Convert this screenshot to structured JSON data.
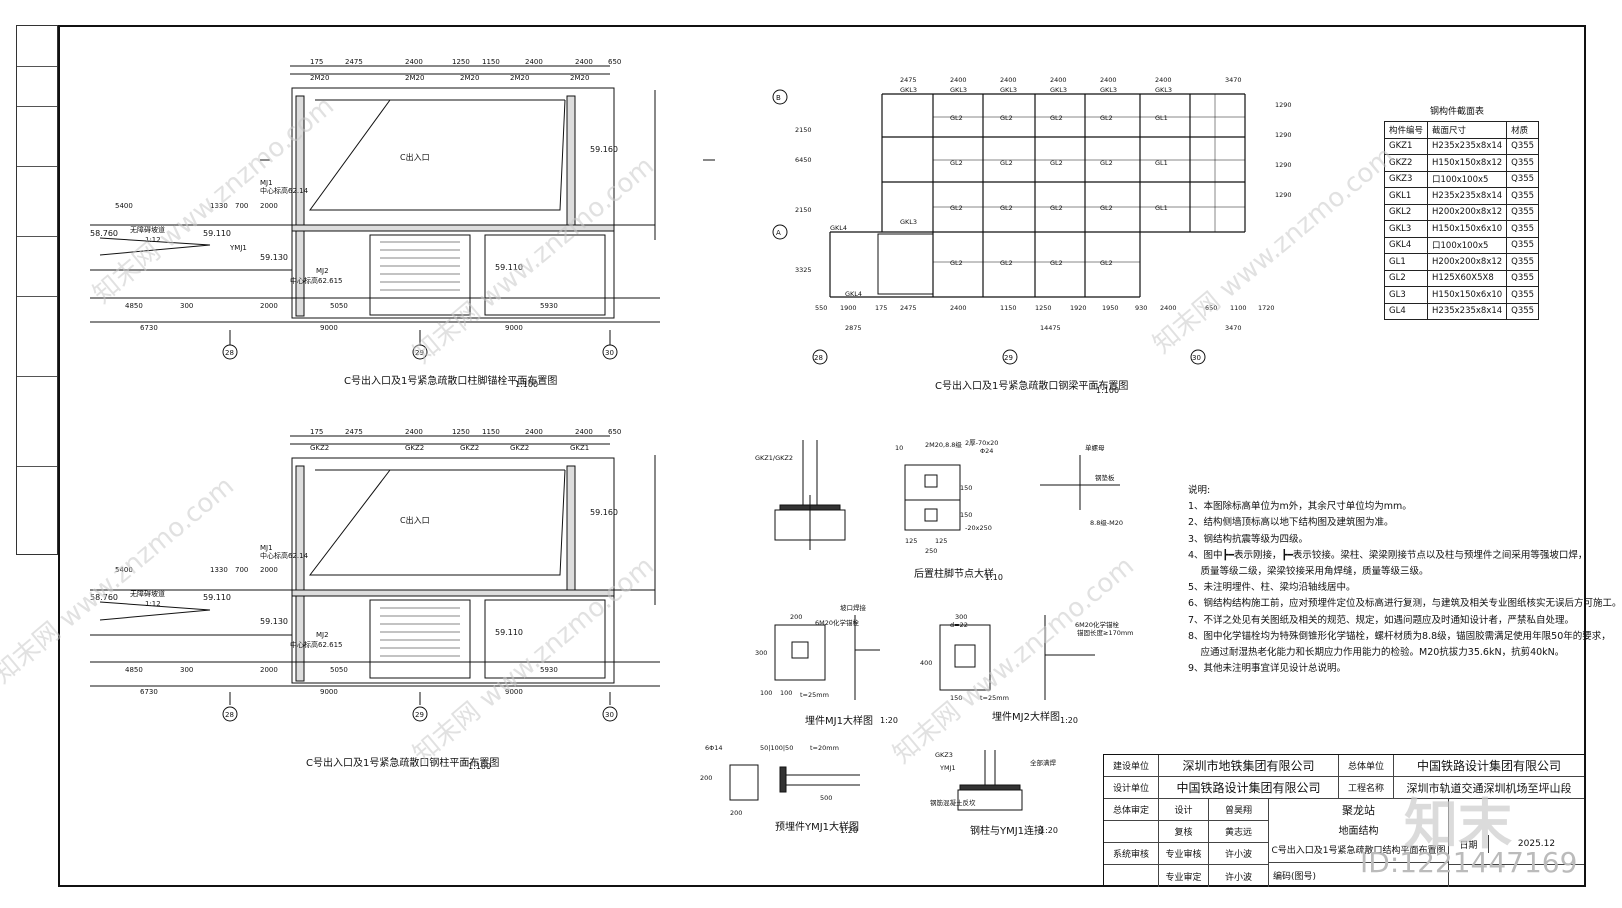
{
  "drawings": {
    "plan1": {
      "title": "C号出入口及1号紧急疏散口柱脚锚栓平面布置图",
      "scale": "1:100"
    },
    "plan2": {
      "title": "C号出入口及1号紧急疏散口钢梁平面布置图",
      "scale": "1:100"
    },
    "plan3": {
      "title": "C号出入口及1号紧急疏散口钢柱平面布置图",
      "scale": "1:100"
    },
    "d1": {
      "title": "后置柱脚节点大样",
      "scale": "1:10"
    },
    "d2": {
      "title": "埋件MJ1大样图",
      "scale": "1:20"
    },
    "d3": {
      "title": "埋件MJ2大样图",
      "scale": "1:20"
    },
    "d4": {
      "title": "预埋件YMJ1大样图",
      "scale": "1:20"
    },
    "d5": {
      "title": "钢柱与YMJ1连接",
      "scale": "1:20"
    }
  },
  "plan_labels": {
    "entrance": "C出入口",
    "dims_top": [
      "2475",
      "2400",
      "1250",
      "1150",
      "2400",
      "2400",
      "650"
    ],
    "dims_bottom": [
      "6730",
      "9000",
      "9000"
    ],
    "grids": [
      "28",
      "29",
      "30"
    ],
    "grids_b": [
      "B",
      "A"
    ],
    "level1": "59.160",
    "level2": "58.760",
    "level3": "59.110",
    "level4": "59.130",
    "center1": "中心标高62.14",
    "center2": "中心标高62.615",
    "mj1": "MJ1",
    "mj2": "MJ2",
    "ymj1": "YMJ1",
    "ramp": "无障碍坡道",
    "slope": "1:12",
    "total": "14475"
  },
  "steel_table": {
    "caption": "钢构件截面表",
    "headers": [
      "构件编号",
      "截面尺寸",
      "材质"
    ],
    "rows": [
      [
        "GKZ1",
        "H235x235x8x14",
        "Q355"
      ],
      [
        "GKZ2",
        "H150x150x8x12",
        "Q355"
      ],
      [
        "GKZ3",
        "口100x100x5",
        "Q355"
      ],
      [
        "GKL1",
        "H235x235x8x14",
        "Q355"
      ],
      [
        "GKL2",
        "H200x200x8x12",
        "Q355"
      ],
      [
        "GKL3",
        "H150x150x6x10",
        "Q355"
      ],
      [
        "GKL4",
        "口100x100x5",
        "Q355"
      ],
      [
        "GL1",
        "H200x200x8x12",
        "Q355"
      ],
      [
        "GL2",
        "H125X60X5X8",
        "Q355"
      ],
      [
        "GL3",
        "H150x150x6x10",
        "Q355"
      ],
      [
        "GL4",
        "H235x235x8x14",
        "Q355"
      ]
    ]
  },
  "notes": {
    "heading": "说明:",
    "items": [
      "1、本图除标高单位为m外，其余尺寸单位均为mm。",
      "2、结构侧墙顶标高以地下结构图及建筑图为准。",
      "3、钢结构抗震等级为四级。",
      "4、图中┣━表示刚接，┣━表示铰接。梁柱、梁梁刚接节点以及柱与预埋件之间采用等强坡口焊，",
      "　 质量等级二级，梁梁铰接采用角焊缝，质量等级三级。",
      "5、未注明埋件、柱、梁均沿轴线居中。",
      "6、钢结构结构施工前，应对预埋件定位及标高进行复测，与建筑及相关专业图纸核实无误后方可施工。",
      "7、不详之处见有关图纸及相关的规范、规定，如遇问题应及时通知设计者，严禁私自处理。",
      "8、图中化学锚栓均为特殊倒锥形化学锚栓，螺杆材质为8.8级，锚固胶需满足使用年限50年的要求，",
      "　 应通过耐湿热老化能力和长期应力作用能力的检验。M20抗拔力35.6kN，抗剪40kN。",
      "9、其他未注明事宜详见设计总说明。"
    ]
  },
  "title_block": {
    "client_label": "建设单位",
    "client": "深圳市地铁集团有限公司",
    "contractor_label": "总体单位",
    "contractor": "中国铁路设计集团有限公司",
    "designer_label": "设计单位",
    "designer": "中国铁路设计集团有限公司",
    "project_label": "工程名称",
    "project": "深圳市轨道交通深圳机场至坪山段",
    "overall_review": "总体审定",
    "design": "设计",
    "design_name": "曾昊翔",
    "check": "复核",
    "check_name": "黄志远",
    "system_review": "系统审核",
    "pro_review": "专业审核",
    "pro_review_name": "许小波",
    "pro_approve": "专业审定",
    "pro_approve_name": "许小波",
    "station": "聚龙站",
    "subject": "地面结构",
    "drawing_name": "C号出入口及1号紧急疏散口结构平面布置图",
    "date_label": "日期",
    "date": "2025.12",
    "code_label": "编码(图号)"
  },
  "watermark": {
    "text": "知末网 www.znzmo.com",
    "logo": "知末",
    "id": "ID:1221447169"
  }
}
